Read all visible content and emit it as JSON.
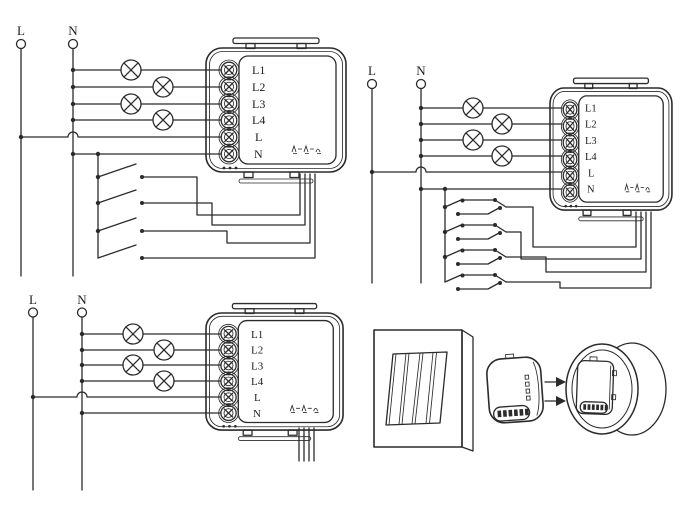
{
  "labels": {
    "live": "L",
    "neutral": "N",
    "terminals": [
      "L1",
      "L2",
      "L3",
      "L4",
      "L",
      "N"
    ]
  },
  "colors": {
    "line": "#2b2b2b",
    "background": "#ffffff"
  },
  "icons": {
    "lamp": "lamp-circle-x-icon",
    "switch": "switch-lever-icon",
    "arrow": "arrow-right-icon"
  }
}
